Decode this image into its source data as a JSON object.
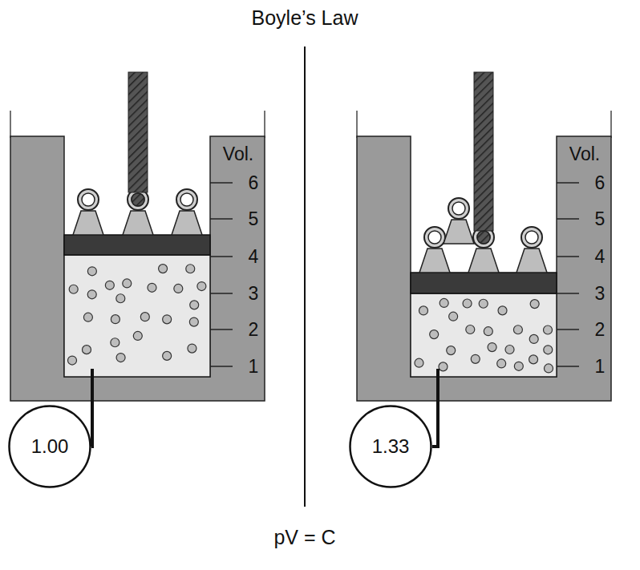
{
  "diagram": {
    "title": "Boyle’s Law",
    "caption": "pV = C",
    "nodes": [
      {
        "text": [
          "1.00"
        ]
      },
      {
        "text": [
          "1.33"
        ]
      }
    ],
    "labels": [
      "Vol.",
      "6",
      "5",
      "4",
      "3",
      "2",
      "1",
      "Vol.",
      "6",
      "5",
      "4",
      "3",
      "2",
      "1"
    ]
  }
}
